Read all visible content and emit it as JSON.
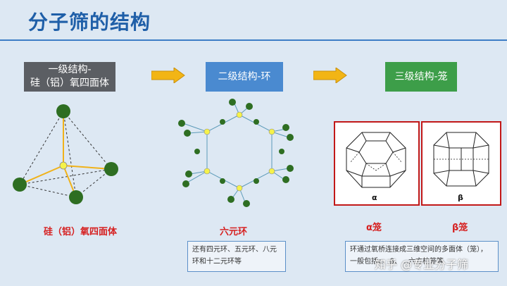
{
  "title": "分子筛的结构",
  "stages": [
    {
      "label": "一级结构-\n硅（铝）氧四面体"
    },
    {
      "label": "二级结构-环"
    },
    {
      "label": "三级结构-笼"
    }
  ],
  "captions": {
    "tetrahedron": "硅（铝）氧四面体",
    "ring": "六元环",
    "alpha": "α笼",
    "beta": "β笼"
  },
  "cage_labels": {
    "alpha": "α",
    "beta": "β"
  },
  "notes": {
    "ring_note": "还有四元环、五元环、八元环和十二元环等",
    "cage_note": "环通过氧桥连接成三维空间的多面体（笼），一般包括α、β、…六方柱笼等"
  },
  "watermark": "知乎 @专业分子筛",
  "colors": {
    "title": "#1f5fa8",
    "stage1": "#5b5e63",
    "stage2": "#4a8ad0",
    "stage3": "#3d9e49",
    "arrow": "#f2b515",
    "green_atom": "#2e6e22",
    "yellow_atom": "#f5f24a",
    "caption": "#d62020"
  }
}
